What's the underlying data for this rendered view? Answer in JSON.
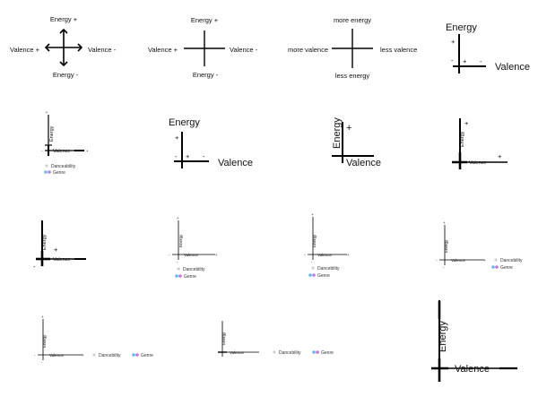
{
  "v1": {
    "energy_plus": "Energy +",
    "energy_minus": "Energy -",
    "valence_plus": "Valence +",
    "valence_minus": "Valence -"
  },
  "v2": {
    "energy_plus": "Energy +",
    "energy_minus": "Energy -",
    "valence_plus": "Valence +",
    "valence_minus": "Valence -"
  },
  "v3": {
    "top": "more energy",
    "bottom": "less energy",
    "left": "more valence",
    "right": "less valence"
  },
  "v4": {
    "energy": "Energy",
    "valence": "Valence",
    "plus": "+",
    "minus": "-"
  },
  "v5": {
    "energy": "Energy",
    "valence": "Valence",
    "plus": "+",
    "minus": "-",
    "danceability": "Danceability",
    "genre": "Genre"
  },
  "v6": {
    "energy": "Energy",
    "valence": "Valence",
    "plus": "+",
    "minus": "-"
  },
  "v7": {
    "energy": "Energy",
    "valence": "Valence",
    "plus": "+"
  },
  "v8": {
    "energy": "Energy",
    "valence": "Valence",
    "plus": "+"
  },
  "v9": {
    "energy": "Energy",
    "valence": "Valence",
    "plus": "+",
    "minus": "-"
  },
  "v10": {
    "energy": "Energy",
    "valence": "Valence",
    "plus": "+",
    "minus": "-",
    "danceability": "Dancebility",
    "genre": "Genre"
  },
  "v11": {
    "energy": "Energy",
    "valence": "Valence",
    "plus": "+",
    "minus": "-",
    "danceability": "Dancebility",
    "genre": "Genre"
  },
  "v12": {
    "energy": "Energy",
    "valence": "Valence",
    "plus": "+",
    "minus": "-",
    "danceability": "Dancebility",
    "genre": "Genre"
  },
  "v13": {
    "energy": "Energy",
    "valence": "Valence",
    "plus": "+",
    "minus": "-",
    "danceability": "Dancebility",
    "genre": "Genre"
  },
  "v14": {
    "energy": "Energy",
    "valence": "Valence",
    "danceability": "Dancebility",
    "genre": "Genre"
  },
  "v15": {
    "energy": "Energy",
    "valence": "Valence"
  },
  "colors": {
    "genre_dot_1": "#6db3f2",
    "genre_dot_2": "#c07ad6",
    "danceability_dot": "#d0d0d0"
  }
}
